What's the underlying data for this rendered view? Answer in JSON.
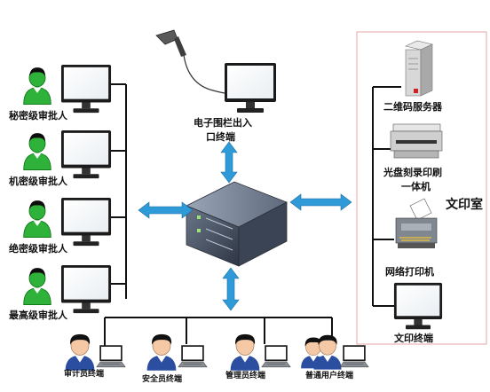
{
  "colors": {
    "arrow": "#2f9ad8",
    "person_green": "#2fb23a",
    "monitor_frame": "#1a1a1a",
    "room_border": "#e6a6a6",
    "server": "#4a5566"
  },
  "approvers": [
    {
      "label": "秘密级审批人"
    },
    {
      "label": "机密级审批人"
    },
    {
      "label": "绝密级审批人"
    },
    {
      "label": "最高级审批人"
    }
  ],
  "gate_terminal": {
    "line1": "电子围栏出入",
    "line2": "口终端"
  },
  "room": {
    "title": "文印室",
    "items": [
      {
        "label": "二维码服务器"
      },
      {
        "label_line1": "光盘刻录印刷",
        "label_line2": "一体机"
      },
      {
        "label": "网络打印机"
      },
      {
        "label": "文印终端"
      }
    ]
  },
  "bottom_terminals": [
    {
      "label": "审计员终端"
    },
    {
      "label": "安全员终端"
    },
    {
      "label": "管理员终端"
    },
    {
      "label": "普通用户终端"
    }
  ]
}
